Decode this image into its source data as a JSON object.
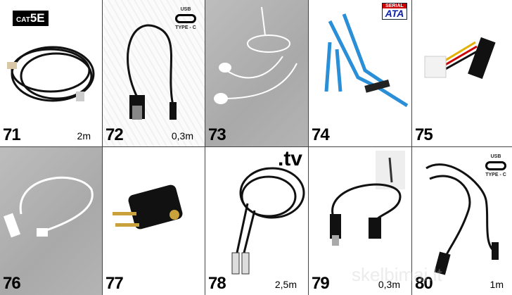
{
  "items": [
    {
      "number": "71",
      "length": "2m",
      "badge": "CAT",
      "badge_strong": "5E"
    },
    {
      "number": "72",
      "length": "0,3m",
      "usb_top": "USB",
      "usb_bottom": "TYPE - C"
    },
    {
      "number": "73",
      "length": ""
    },
    {
      "number": "74",
      "length": "",
      "sata_top": "SERIAL",
      "sata_bottom": "ATA"
    },
    {
      "number": "75",
      "length": ""
    },
    {
      "number": "76",
      "length": ""
    },
    {
      "number": "77",
      "length": ""
    },
    {
      "number": "78",
      "length": "2,5m",
      "logo": ".tv"
    },
    {
      "number": "79",
      "length": "0,3m"
    },
    {
      "number": "80",
      "length": "1m",
      "usb_top": "USB",
      "usb_bottom": "TYPE - C"
    }
  ],
  "watermark": "skelbimai.lt"
}
